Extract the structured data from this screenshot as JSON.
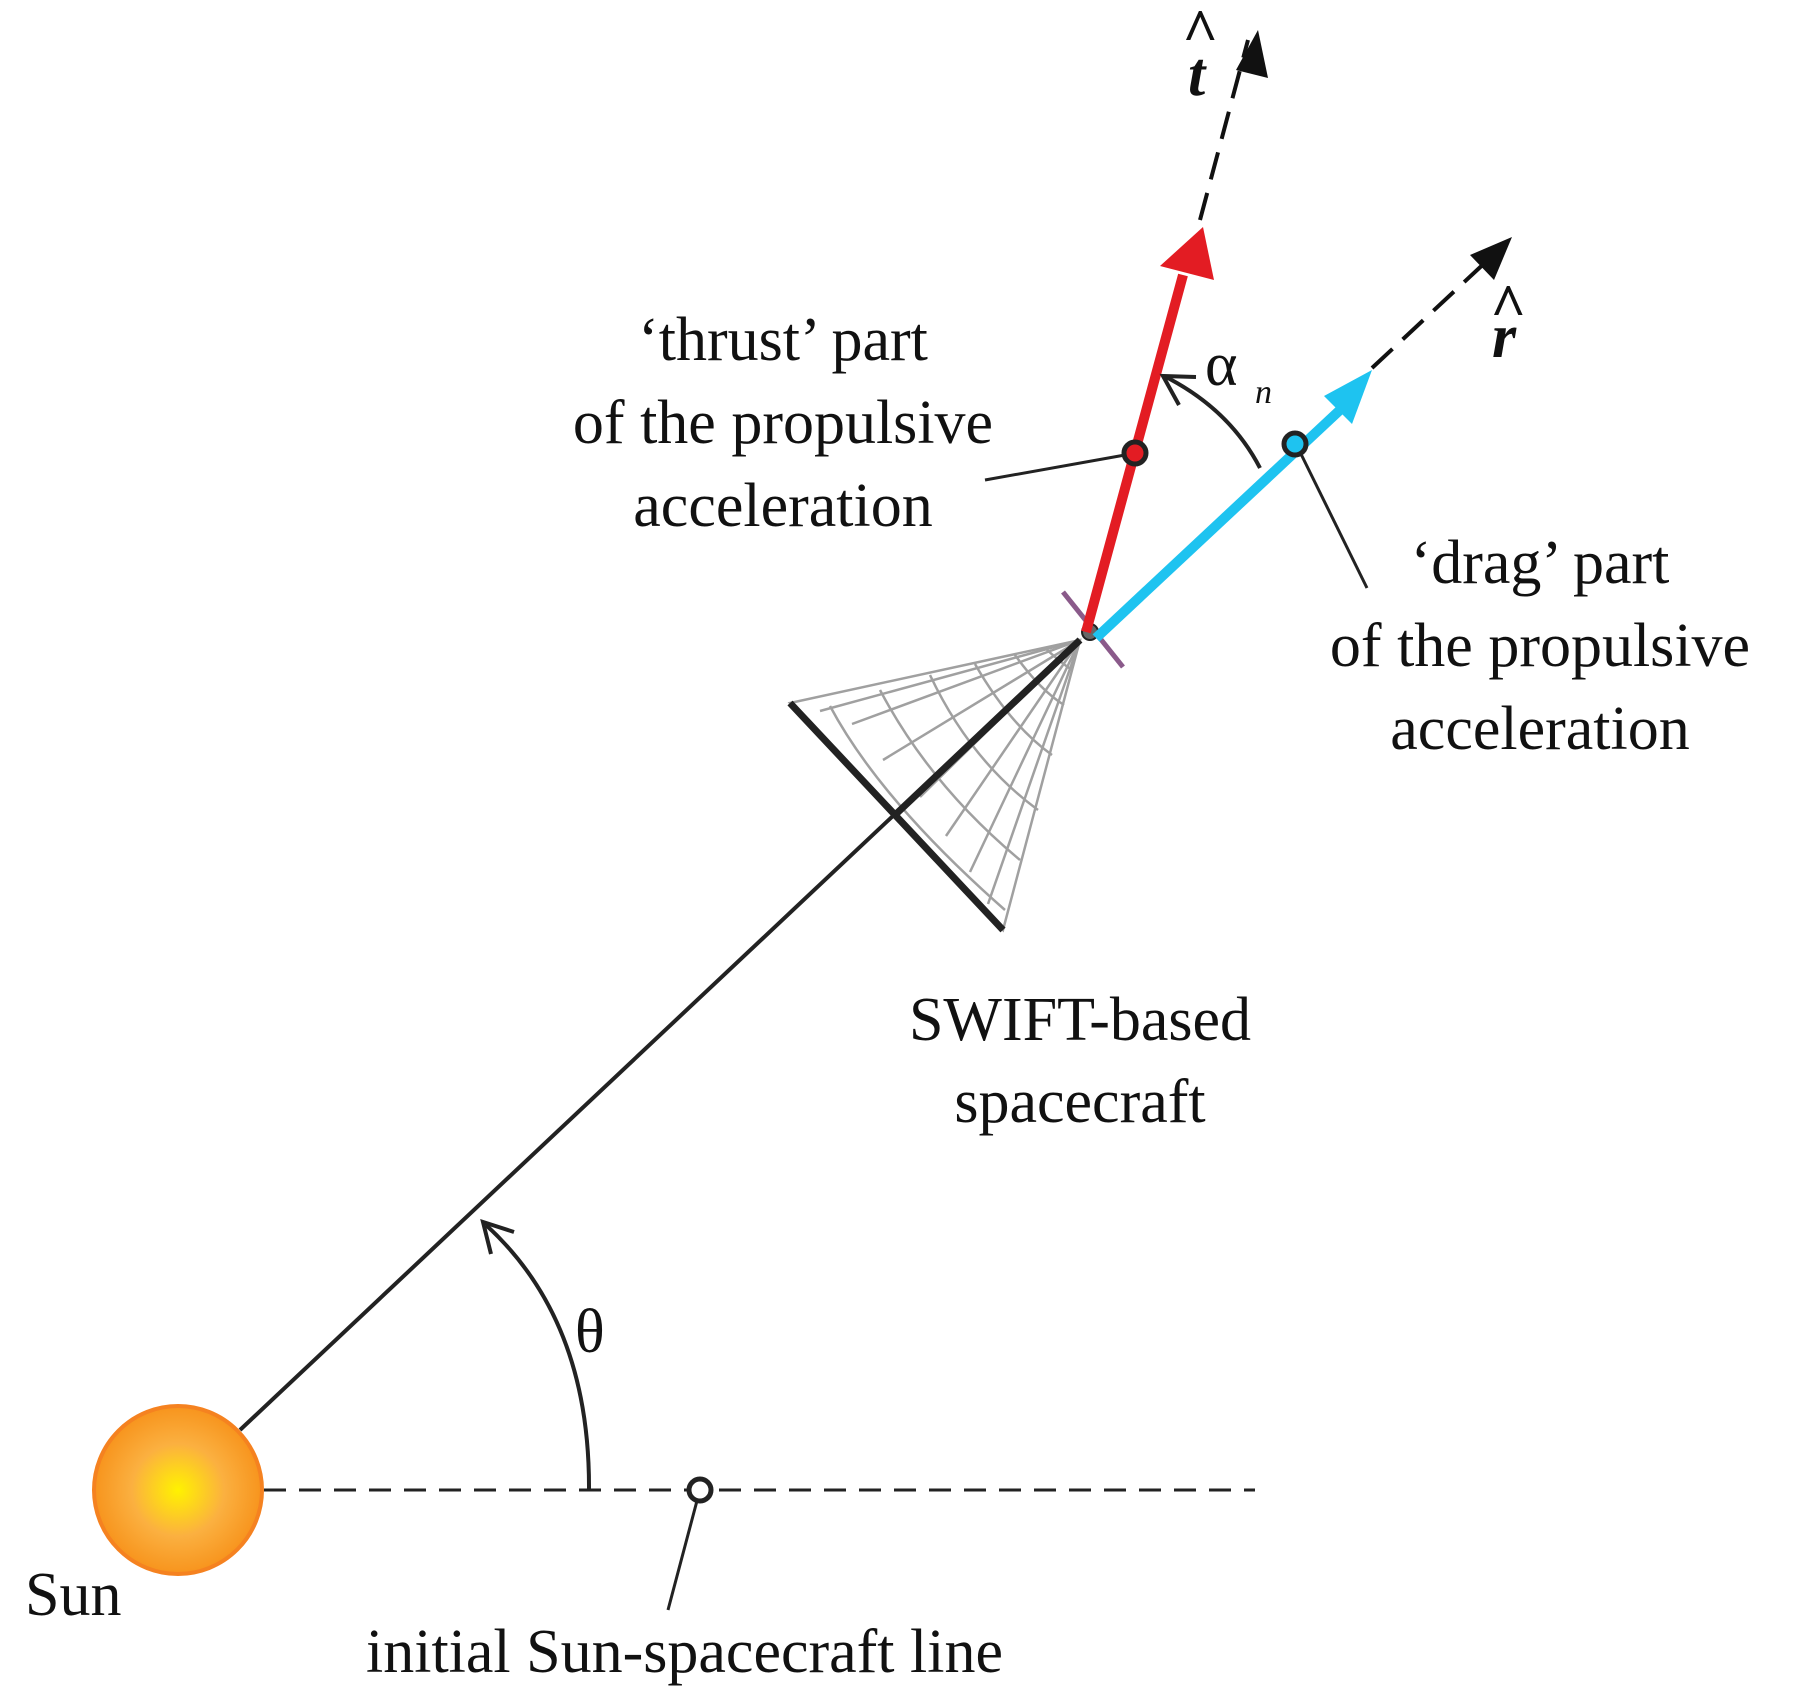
{
  "labels": {
    "sun": "Sun",
    "initial_line": "initial Sun-spacecraft line",
    "theta": "θ",
    "alpha": "α",
    "alpha_sub": "n",
    "spacecraft_line1": "SWIFT-based",
    "spacecraft_line2": "spacecraft",
    "thrust_line1": "‘thrust’ part",
    "thrust_line2": "of the propulsive",
    "thrust_line3": "acceleration",
    "drag_line1": "‘drag’ part",
    "drag_line2": "of the propulsive",
    "drag_line3": "acceleration",
    "t_hat": "t",
    "r_hat": "r",
    "hat_mark": "^"
  },
  "colors": {
    "thrust_arrow": "#e31c23",
    "drag_arrow": "#1ec3f0",
    "sun_core": "#fff200",
    "sun_edge": "#f7941d",
    "line": "#222222",
    "mesh": "#9a9a9a",
    "sail_rod": "#8a5a8a"
  }
}
